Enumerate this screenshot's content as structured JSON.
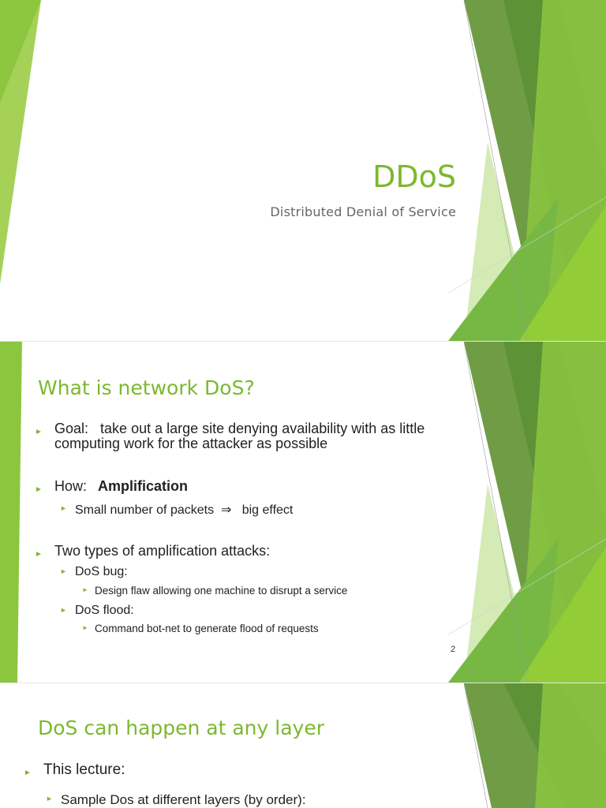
{
  "slide1": {
    "title": "DDoS",
    "subtitle": "Distributed Denial of Service"
  },
  "slide2": {
    "title": "What is network DoS?",
    "goal_label": "Goal:",
    "goal_text": "take out a large site denying availability with as little computing work for the attacker as possible",
    "how_label": "How:",
    "how_value": "Amplification",
    "how_sub": "Small number of packets  ⇒   big effect",
    "types_label": "Two types of amplification attacks:",
    "type1": "DoS bug:",
    "type1_desc": "Design flaw allowing one machine to disrupt a service",
    "type2": "DoS flood:",
    "type2_desc": "Command bot-net to generate flood of requests",
    "page_number": "2"
  },
  "slide3": {
    "title": "DoS can happen at any layer",
    "bullet1": "This lecture:",
    "bullet1_sub": "Sample Dos at different layers (by order):"
  },
  "colors": {
    "accent": "#7cb82f",
    "dark_green": "#5e8f2e",
    "light_green": "#c7e3a3"
  }
}
